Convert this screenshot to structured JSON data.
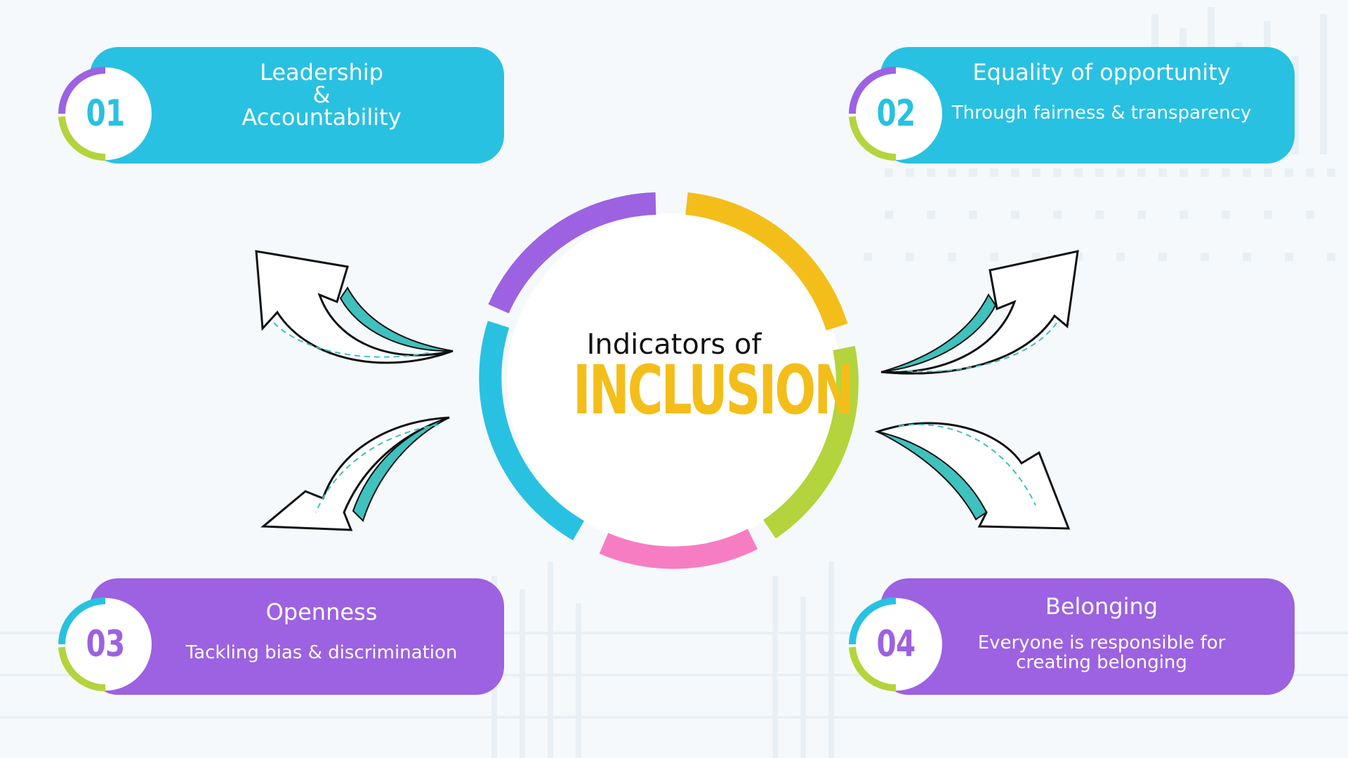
{
  "center": {
    "title_line": "Indicators of",
    "main_word": "INCLUSION"
  },
  "cards": [
    {
      "number": "01",
      "title": "Leadership",
      "title_2": "&",
      "title_3": "Accountability",
      "color": "#29c1e1"
    },
    {
      "number": "02",
      "title": "Equality of opportunity",
      "subtitle": "Through fairness & transparency",
      "color": "#29c1e1"
    },
    {
      "number": "03",
      "title": "Openness",
      "subtitle": "Tackling bias & discrimination",
      "color": "#9c62e1"
    },
    {
      "number": "04",
      "title": "Belonging",
      "subtitle": "Everyone is responsible for",
      "subtitle_2": "creating belonging",
      "color": "#9c62e1"
    }
  ],
  "ring_colors": [
    "#9c62e1",
    "#f4be1a",
    "#b3d43c",
    "#f77dc3",
    "#29c1e1"
  ],
  "arrow_color": "#3fc1bd",
  "icons": [
    "arrow-up-left-icon",
    "arrow-down-left-icon",
    "arrow-up-right-icon",
    "arrow-down-right-icon"
  ]
}
